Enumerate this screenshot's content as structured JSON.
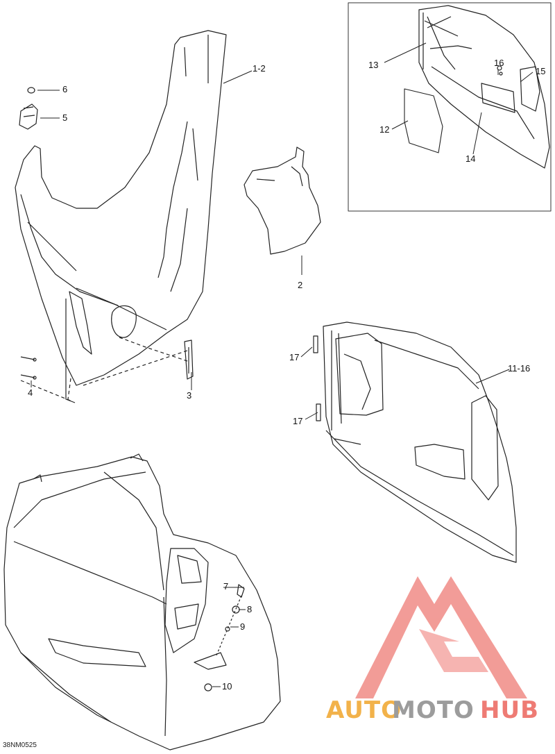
{
  "callouts": [
    {
      "id": "c1",
      "label": "1-2"
    },
    {
      "id": "c2",
      "label": "2"
    },
    {
      "id": "c3",
      "label": "3"
    },
    {
      "id": "c4",
      "label": "4"
    },
    {
      "id": "c5",
      "label": "5"
    },
    {
      "id": "c6",
      "label": "6"
    },
    {
      "id": "c7",
      "label": "7"
    },
    {
      "id": "c8",
      "label": "8"
    },
    {
      "id": "c9",
      "label": "9"
    },
    {
      "id": "c10",
      "label": "10"
    },
    {
      "id": "c11",
      "label": "11-16"
    },
    {
      "id": "c12",
      "label": "12"
    },
    {
      "id": "c13",
      "label": "13"
    },
    {
      "id": "c14",
      "label": "14"
    },
    {
      "id": "c15",
      "label": "15"
    },
    {
      "id": "c16",
      "label": "16"
    },
    {
      "id": "c17a",
      "label": "17"
    },
    {
      "id": "c17b",
      "label": "17"
    }
  ],
  "illustration_code": "38NM0525",
  "watermark": {
    "part1": "AUTO",
    "part2": "MOTO",
    "part3": "HUB",
    "colors": {
      "auto": "#f2b24a",
      "moto": "#9c9c9c",
      "hub": "#ee7b74",
      "logo": "#f08b86"
    }
  }
}
